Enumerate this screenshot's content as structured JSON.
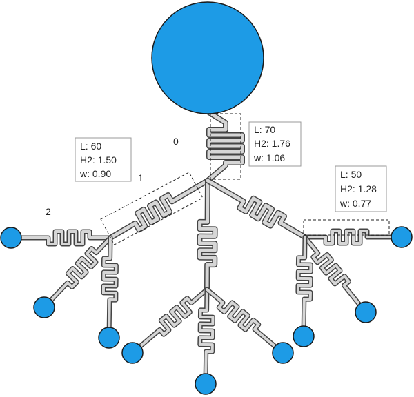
{
  "colors": {
    "reservoir": "#1d9be6",
    "outline": "#1a1a1a",
    "channel_fill": "#d6d6d6",
    "channel_wall": "#444444"
  },
  "generation_labels": [
    "0",
    "1",
    "2"
  ],
  "segment_params": [
    {
      "L_text": "L: 70",
      "H2_text": "H2: 1.76",
      "w_text": "w: 1.06"
    },
    {
      "L_text": "L: 60",
      "H2_text": "H2: 1.50",
      "w_text": "w: 0.90"
    },
    {
      "L_text": "L: 50",
      "H2_text": "H2: 1.28",
      "w_text": "w: 0.77"
    }
  ]
}
